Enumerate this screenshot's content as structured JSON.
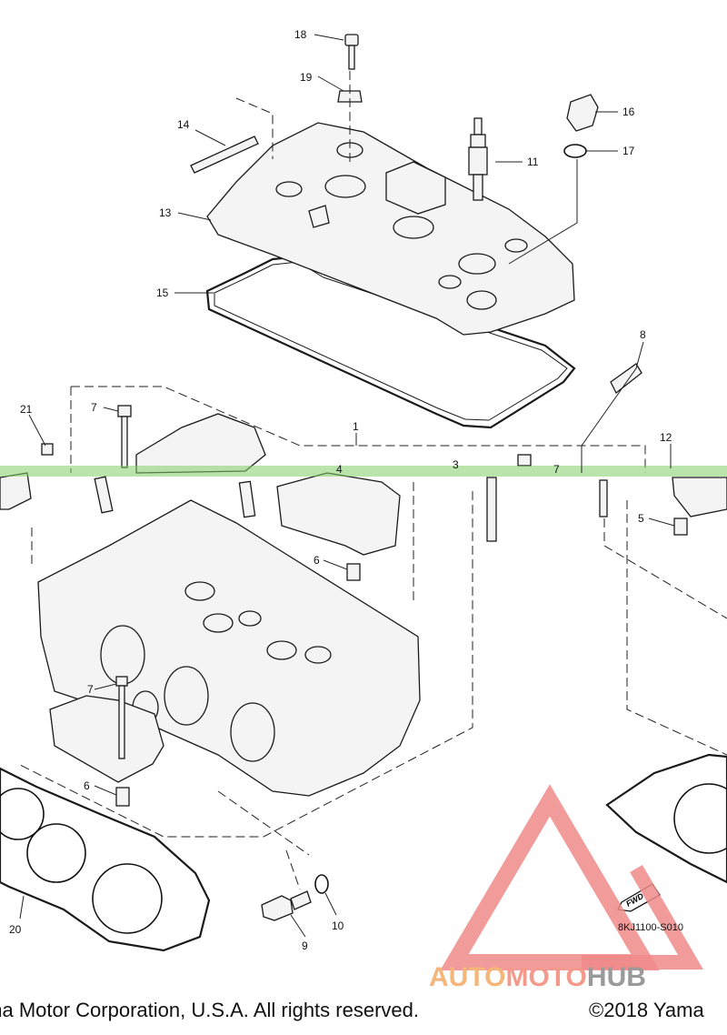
{
  "parts": [
    {
      "num": "1"
    },
    {
      "num": "3"
    },
    {
      "num": "4"
    },
    {
      "num": "5"
    },
    {
      "num": "6"
    },
    {
      "num": "6"
    },
    {
      "num": "7"
    },
    {
      "num": "7"
    },
    {
      "num": "7"
    },
    {
      "num": "8"
    },
    {
      "num": "9"
    },
    {
      "num": "10"
    },
    {
      "num": "11"
    },
    {
      "num": "12"
    },
    {
      "num": "13"
    },
    {
      "num": "14"
    },
    {
      "num": "15"
    },
    {
      "num": "16"
    },
    {
      "num": "17"
    },
    {
      "num": "18"
    },
    {
      "num": "19"
    },
    {
      "num": "20"
    },
    {
      "num": "21"
    }
  ],
  "fwd_label": "FWD",
  "diagram_code": "8KJ1100-S010",
  "copyright_left": "aha Motor Corporation, U.S.A. All rights reserved.",
  "copyright_right": "©2018 Yama",
  "watermark": {
    "part1": "AUTO",
    "part2": "MOTO",
    "part3": "HUB"
  },
  "colors": {
    "watermark_logo": "#f08a8a",
    "watermark_auto": "#f4b67a",
    "watermark_hub": "#9a9a9a"
  }
}
